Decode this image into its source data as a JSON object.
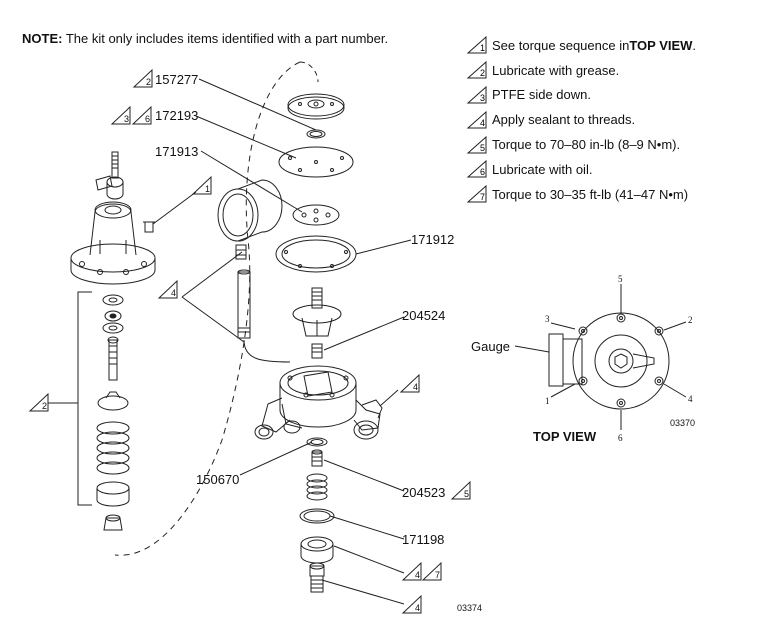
{
  "note": {
    "bold": "NOTE:",
    "text": " The kit only includes items identified with a part number."
  },
  "legend": [
    {
      "num": "1",
      "text": "See torque sequence in ",
      "bold": "TOP VIEW",
      "tail": "."
    },
    {
      "num": "2",
      "text": "Lubricate with grease.",
      "bold": "",
      "tail": ""
    },
    {
      "num": "3",
      "text": "PTFE side down.",
      "bold": "",
      "tail": ""
    },
    {
      "num": "4",
      "text": "Apply sealant to threads.",
      "bold": "",
      "tail": ""
    },
    {
      "num": "5",
      "text": "Torque to 70–80 in-lb (8–9 N•m).",
      "bold": "",
      "tail": ""
    },
    {
      "num": "6",
      "text": "Lubricate with oil.",
      "bold": "",
      "tail": ""
    },
    {
      "num": "7",
      "text": "Torque to 30–35 ft-lb (41–47 N•m)",
      "bold": "",
      "tail": ""
    }
  ],
  "parts": {
    "p157277": "157277",
    "p172193": "172193",
    "p171913": "171913",
    "p171912": "171912",
    "p204524": "204524",
    "p150670": "150670",
    "p204523": "204523",
    "p171198": "171198"
  },
  "callouts": {
    "c1": "1",
    "c2": "2",
    "c3": "3",
    "c4": "4",
    "c5": "5",
    "c6": "6",
    "c7": "7"
  },
  "top_view": {
    "title": "TOP VIEW",
    "gauge": "Gauge",
    "bolt_numbers": {
      "n1": "1",
      "n2": "2",
      "n3": "3",
      "n4": "4",
      "n5": "5",
      "n6": "6"
    },
    "figure_code": "03370"
  },
  "figure_code": "03374"
}
